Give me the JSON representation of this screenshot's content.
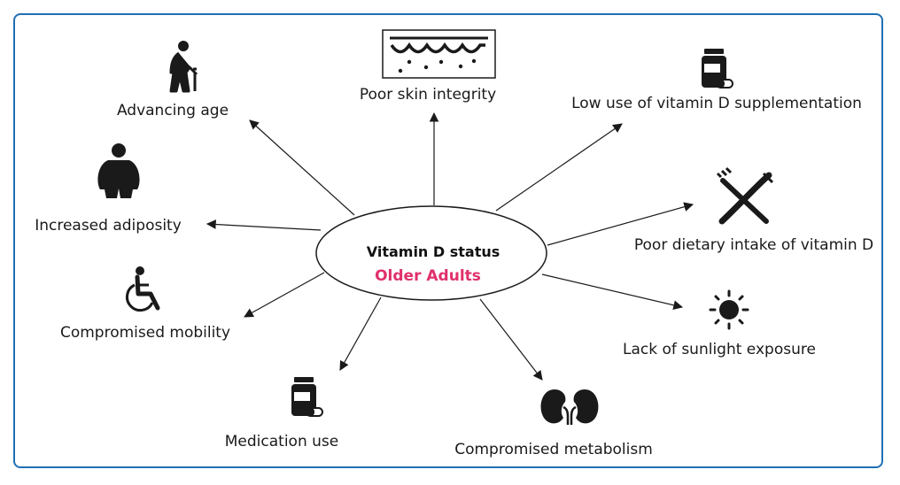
{
  "center": {
    "title": "Vitamin D status",
    "subtitle": "Older Adults",
    "subtitle_color": "#e0306a"
  },
  "factors": {
    "skin": {
      "label": "Poor skin integrity",
      "icon": "skin-layers-icon"
    },
    "supplement": {
      "label": "Low use of vitamin D supplementation",
      "icon": "pill-bottle-icon"
    },
    "diet": {
      "label": "Poor dietary intake of vitamin D",
      "icon": "fork-knife-icon"
    },
    "sun": {
      "label": "Lack of sunlight exposure",
      "icon": "sun-icon"
    },
    "metabolism": {
      "label": "Compromised metabolism",
      "icon": "kidneys-icon"
    },
    "medication": {
      "label": "Medication use",
      "icon": "pill-bottle-icon"
    },
    "mobility": {
      "label": "Compromised mobility",
      "icon": "wheelchair-icon"
    },
    "adiposity": {
      "label": "Increased adiposity",
      "icon": "obese-person-icon"
    },
    "age": {
      "label": "Advancing age",
      "icon": "elderly-walking-icon"
    }
  },
  "colors": {
    "frame": "#1f6fb4",
    "ink": "#1a1a1a"
  }
}
